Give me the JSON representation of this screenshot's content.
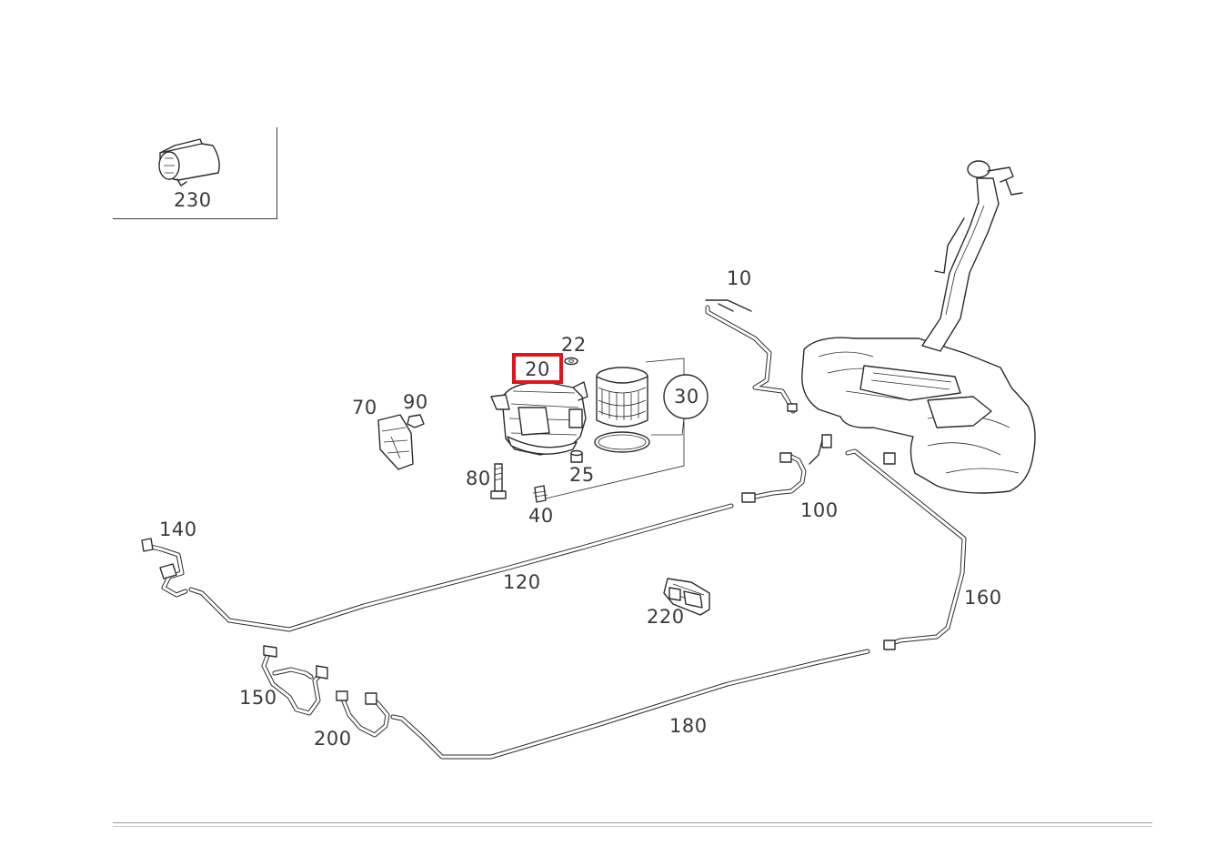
{
  "diagram": {
    "highlight_color": "#e3141b",
    "line_color": "#2b2b2b",
    "highlighted_part": "20",
    "parts": [
      {
        "id": "p230",
        "label": "230"
      },
      {
        "id": "p10",
        "label": "10"
      },
      {
        "id": "p22",
        "label": "22"
      },
      {
        "id": "p20",
        "label": "20"
      },
      {
        "id": "p30",
        "label": "30"
      },
      {
        "id": "p70",
        "label": "70"
      },
      {
        "id": "p90",
        "label": "90"
      },
      {
        "id": "p80",
        "label": "80"
      },
      {
        "id": "p25",
        "label": "25"
      },
      {
        "id": "p40",
        "label": "40"
      },
      {
        "id": "p100",
        "label": "100"
      },
      {
        "id": "p140",
        "label": "140"
      },
      {
        "id": "p120",
        "label": "120"
      },
      {
        "id": "p220",
        "label": "220"
      },
      {
        "id": "p160",
        "label": "160"
      },
      {
        "id": "p150",
        "label": "150"
      },
      {
        "id": "p200",
        "label": "200"
      },
      {
        "id": "p180",
        "label": "180"
      }
    ]
  }
}
